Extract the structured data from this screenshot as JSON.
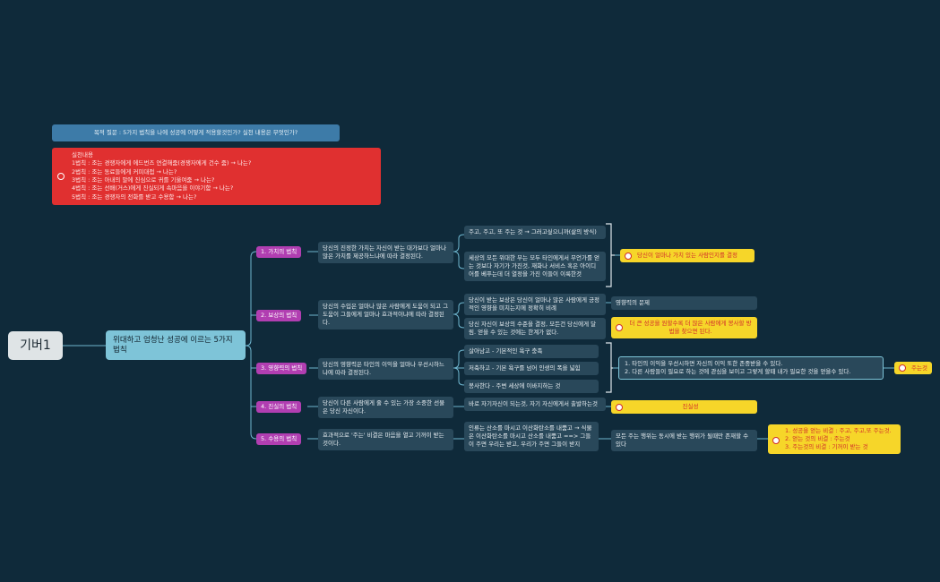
{
  "root": "기버1",
  "center": "위대하고 엄청난 성공에 이르는 5가지 법칙",
  "question": "목적 질문 : 5가지 법칙을 나에 성공에 어떻게 적용할것인가? 실천 내용은 무엇인가?",
  "practice": {
    "lines": [
      "실천내용",
      "1법칙 : 조는 경쟁자에게 에드번즈 연결해줌(경쟁자에게 건수 줌) → 나는?",
      "2법칙 : 조는 동료들에게 커피대접 → 나는?",
      "3법칙 : 조는 아내의 말에 진심으로 귀를 기울여줌 → 나는?",
      "4법칙 : 조는 선배(거스)에게 진실되게 속마음을 이야기함 → 나는?",
      "5법칙 : 조는 경쟁자의 전화를 받고 수용함 → 나는?"
    ]
  },
  "laws": [
    {
      "label": "1. 가치의 법칙",
      "desc": "당신의 진정한 가치는 자신이 받는 대가보다 얼마나 많은 가치를 제공하느냐에 따라 결정된다."
    },
    {
      "label": "2. 보상의 법칙",
      "desc": "당신의 수입은 얼마나 많은 사람에게 도움이 되고 그 도움이 그들에게 얼마나 효과적이냐에 따라 결정된다."
    },
    {
      "label": "3. 영향력의 법칙",
      "desc": "당신의 영향력은 타인의 이익을 얼마나 우선시하느냐에 따라 결정된다."
    },
    {
      "label": "4. 진실의 법칙",
      "desc": "당신이 다른 사람에게 줄 수 있는 가장 소중한 선물은 당신 자신이다."
    },
    {
      "label": "5. 수용의 법칙",
      "desc": "효과적으로 '주는' 비결은 마음을 열고 기꺼이 받는 것이다."
    }
  ],
  "law1": {
    "items": [
      "주고, 주고, 또 주는 것 → 그러고싶으니까(삶의 방식)",
      "세상의 모든 위대한 부는 모두 타인에게서 무언가를 얻는 것보다 자기가 가진것, 재화나 서비스 혹은 아이디어를 베푸는데 더 열정을 가진 이들이 이룩한것"
    ],
    "summary": "당신이 얼마나 가치 있는 사람인지를 결정"
  },
  "law2": {
    "items": [
      "당신이 받는 보상은 당신이 얼마나 많은 사람에게 긍정적인 영향을 미치는지에 정확히 비례",
      "당신 자신이 보상의 수준을 결정, 모든건 당신에게 달림. 얻을 수 있는 것에는 한계가 없다."
    ],
    "side": "영향력의 문제",
    "summary": "더 큰 성공을 원할수록 더 많은 사람에게 봉사할 방법을 찾으면 된다."
  },
  "law3": {
    "items": [
      "살아남고 - 기본적인 욕구 충족",
      "저축하고 - 기본 욕구를 넘어 인생의 폭을 넓힘",
      "봉사한다 - 주변 세상에 이바지하는 것"
    ],
    "points": [
      "1. 타인의 이익을 우선시하면 자신의 이익 또한 존중받을 수 있다.",
      "2. 다른 사람들이 필요로 하는 것에 관심을 보이고 그렇게 할때 내가 필요한 것을 얻을수 있다."
    ],
    "summary": "주는것"
  },
  "law4": {
    "item": "바로 자기자신이 되는것, 자기 자신에게서 출발하는것",
    "summary": "진실성"
  },
  "law5": {
    "item": "인류는 산소를 마시고 이산화탄소를 내뿜고 → 식물은 이산화탄소를 마시고 산소를 내뿜고 ==> 그들이 주면 우리는 받고, 우리가 주면 그들이 받지",
    "mid": "모든 주는 행위는 동시에 받는 행위가 될때만 존재할 수 있다",
    "summary_lines": [
      "1. 성공을 얻는 비결 : 주고, 주고,또 주는것.",
      "2. 얻는 것의 비결 : 주는것",
      "3. 주는것의 비결 : 기꺼이 받는 것"
    ]
  }
}
